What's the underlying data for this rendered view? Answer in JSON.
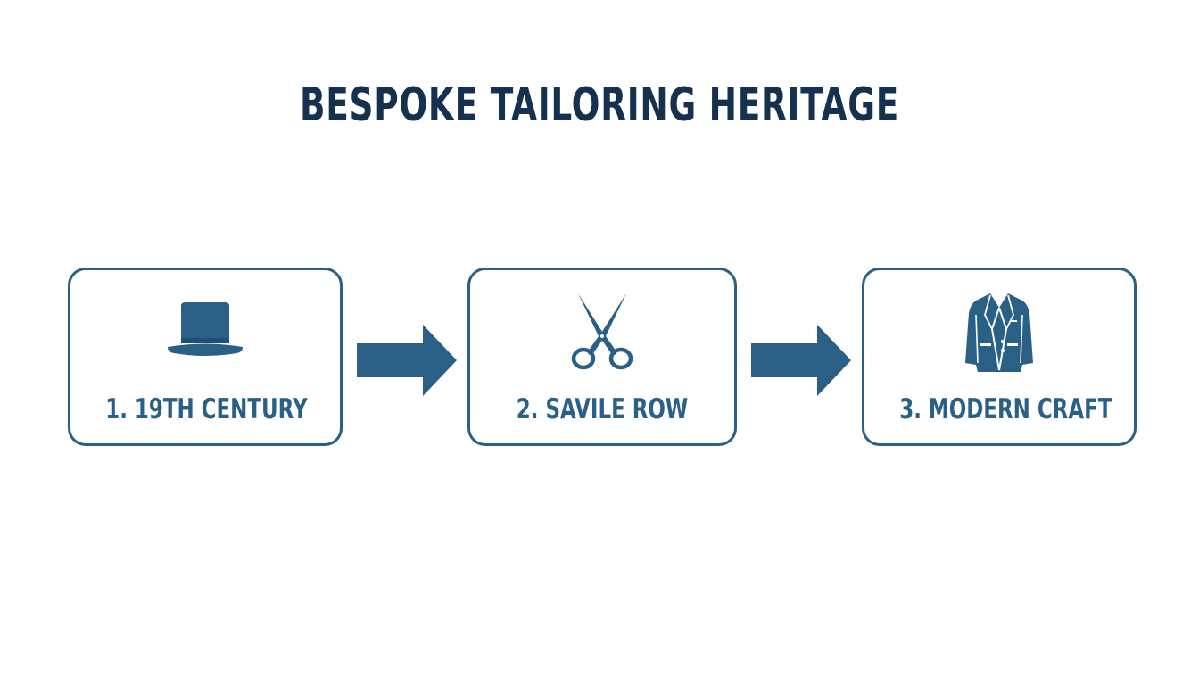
{
  "title": "BESPOKE TAILORING HERITAGE",
  "steps": [
    {
      "label": "1. 19TH CENTURY",
      "icon": "top-hat-icon"
    },
    {
      "label": "2. SAVILE ROW",
      "icon": "scissors-icon"
    },
    {
      "label": "3. MODERN CRAFT",
      "icon": "suit-jacket-icon"
    }
  ],
  "colors": {
    "title": "#15314f",
    "accent": "#2a5f86",
    "background": "#ffffff"
  }
}
